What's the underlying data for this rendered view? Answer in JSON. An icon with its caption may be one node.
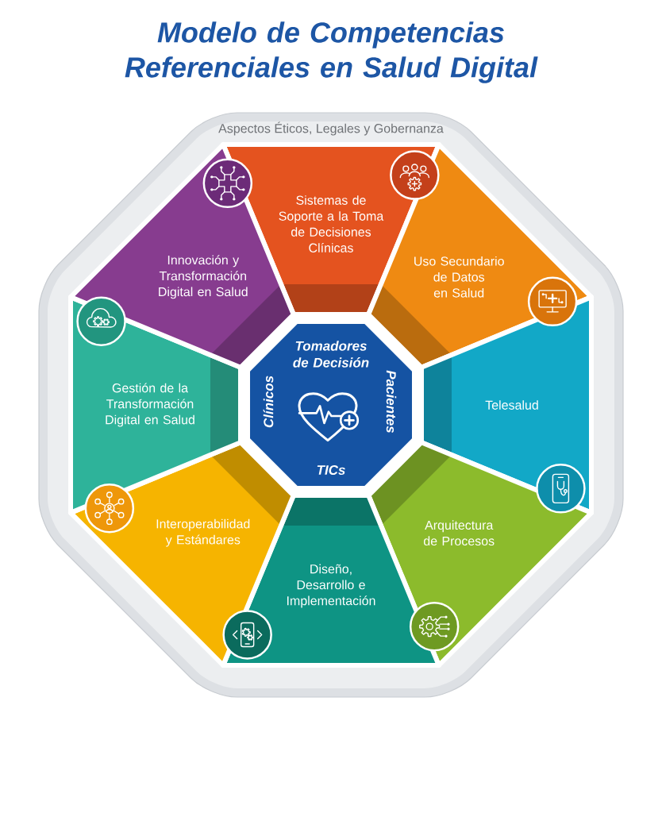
{
  "diagram": {
    "title": "Modelo de Competencias Referenciales en Salud Digital",
    "nodes": [
      {
        "text": [
          "Aspectos Éticos, Legales y Gobernanza"
        ]
      },
      {
        "text": [
          "Sistemas de Soporte a la Toma de Decisiones Clínicas"
        ],
        "in": 0
      },
      {
        "text": [
          "Uso Secundario de Datos en Salud"
        ],
        "in": 0
      },
      {
        "text": [
          "Telesalud"
        ],
        "in": 0
      },
      {
        "text": [
          "Arquitectura de Procesos"
        ],
        "in": 0
      },
      {
        "text": [
          "Diseño, Desarrollo e Implementación"
        ],
        "in": 0
      },
      {
        "text": [
          "Interoperabilidad y Estándares"
        ],
        "in": 0
      },
      {
        "text": [
          "Gestión de la Transformación Digital en Salud"
        ],
        "in": 0
      },
      {
        "text": [
          "Innovación y Transformación Digital en Salud"
        ],
        "in": 0
      },
      {
        "text": [
          "Tomadores de Decisión",
          "Clínicos",
          "Pacientes",
          "TICs"
        ],
        "in": 0
      }
    ]
  }
}
